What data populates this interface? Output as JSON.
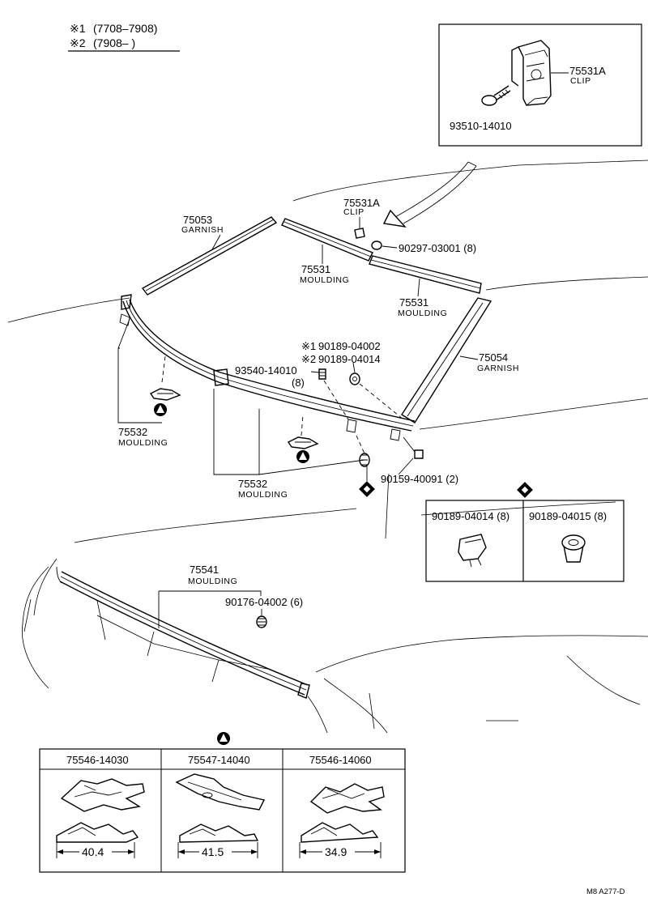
{
  "legend": {
    "mark1": "※1",
    "range1": "(7708–7908)",
    "mark2": "※2",
    "range2": "(7908–        )"
  },
  "inset_top": {
    "part": "75531A",
    "name": "CLIP",
    "screw": "93510-14010"
  },
  "labels": {
    "clip_75531A": {
      "part": "75531A",
      "name": "CLIP"
    },
    "garnish_75053": {
      "part": "75053",
      "name": "GARNISH"
    },
    "clip_90297": "90297-03001 (8)",
    "moulding_75531_a": {
      "part": "75531",
      "name": "MOULDING"
    },
    "moulding_75531_b": {
      "part": "75531",
      "name": "MOULDING"
    },
    "garnish_75054": {
      "part": "75054",
      "name": "GARNISH"
    },
    "alt1": {
      "mark": "※1",
      "part": "90189-04002"
    },
    "alt2": {
      "mark": "※2",
      "part": "90189-04014"
    },
    "screw_93540": {
      "part": "93540-14010",
      "qty": "(8)"
    },
    "moulding_75532_a": {
      "part": "75532",
      "name": "MOULDING"
    },
    "moulding_75532_b": {
      "part": "75532",
      "name": "MOULDING"
    },
    "screw_90159": "90159-40091 (2)",
    "moulding_75541": {
      "part": "75541",
      "name": "MOULDING"
    },
    "nut_90176": "90176-04002 (6)"
  },
  "clip_box": {
    "left": "90189-04014 (8)",
    "right": "90189-04015 (8)"
  },
  "bottom_table": {
    "columns": [
      {
        "part": "75546-14030",
        "dim": "40.4"
      },
      {
        "part": "75547-14040",
        "dim": "41.5"
      },
      {
        "part": "75546-14060",
        "dim": "34.9"
      }
    ]
  },
  "footer_code": "M8  A277-D"
}
